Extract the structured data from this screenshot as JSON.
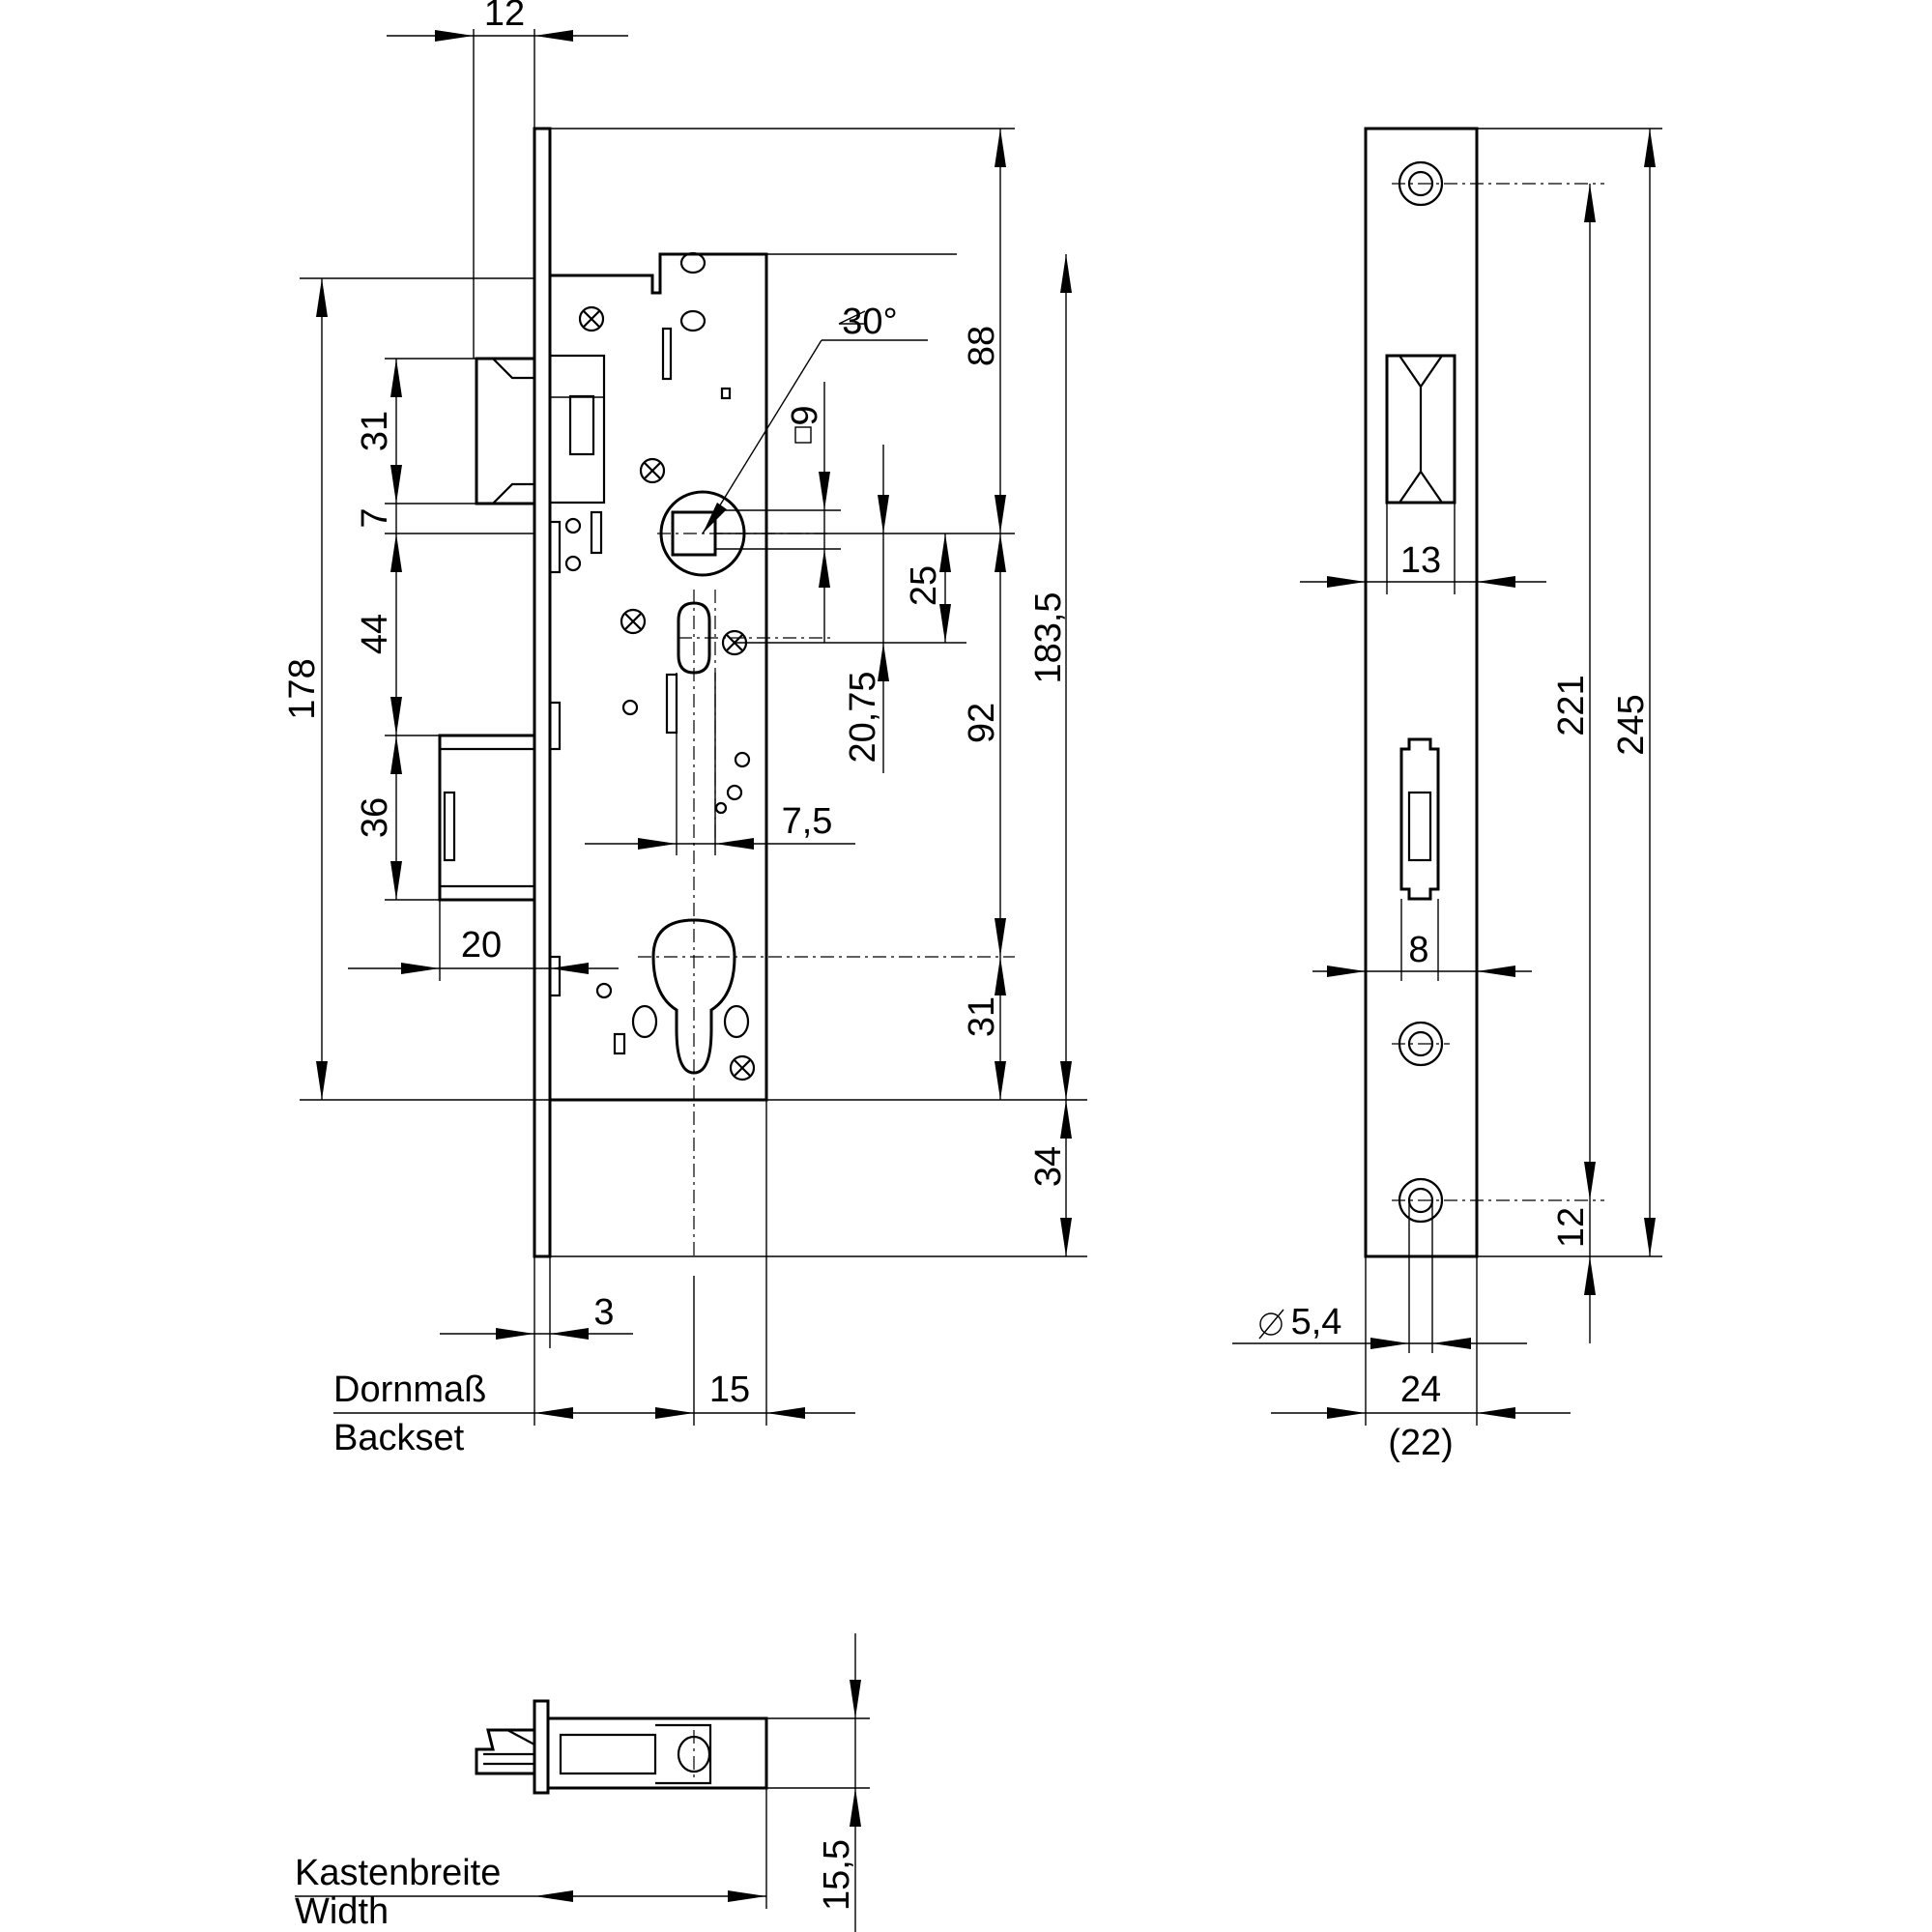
{
  "dims": {
    "d12": "12",
    "d30": "30°",
    "d88": "88",
    "d9": "9",
    "d31a": "31",
    "d7": "7",
    "d25": "25",
    "d44": "44",
    "d178": "178",
    "d183": "183,5",
    "d2075": "20,75",
    "d92": "92",
    "d36": "36",
    "d75": "7,5",
    "d20": "20",
    "d31b": "31",
    "d34": "34",
    "d3": "3",
    "d15": "15",
    "d13": "13",
    "d221": "221",
    "d245": "245",
    "d8": "8",
    "d12b": "12",
    "d54": "5,4",
    "d24": "24",
    "d22": "(22)",
    "d155": "15,5"
  },
  "labels": {
    "backset_de": "Dornmaß",
    "backset_en": "Backset",
    "width_de": "Kastenbreite",
    "width_en": "Width"
  }
}
